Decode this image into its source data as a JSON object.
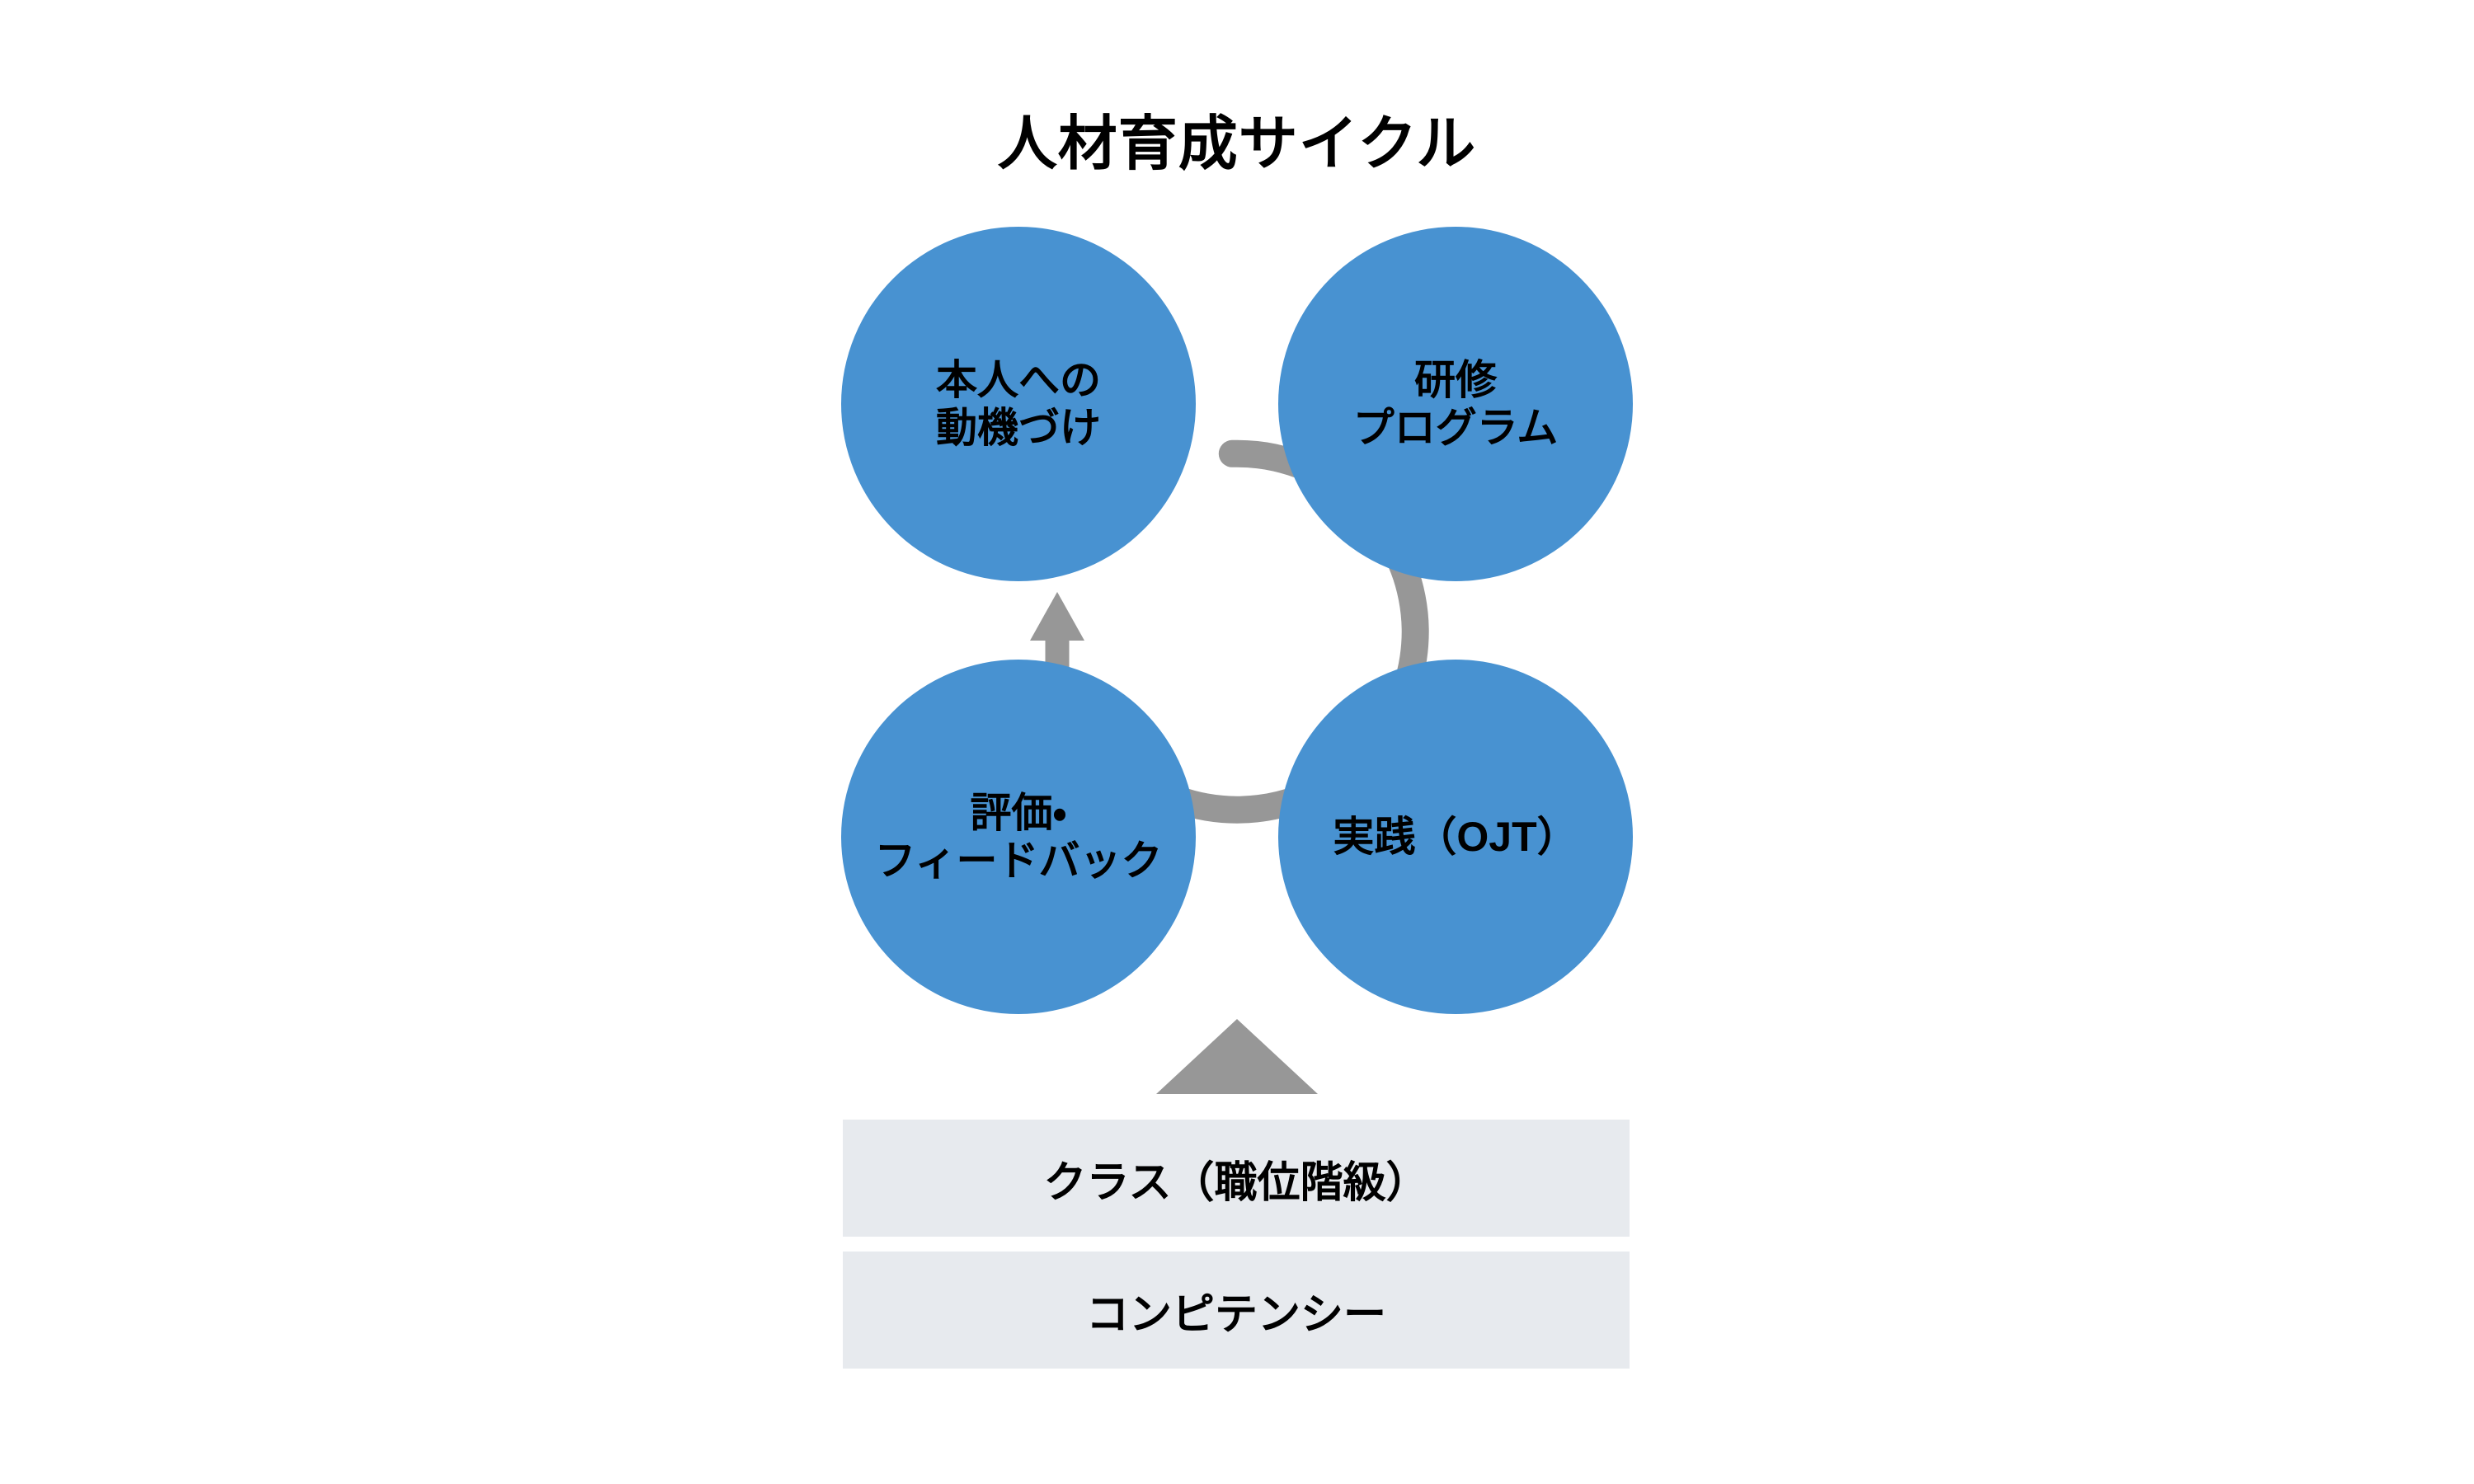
{
  "title": "人材育成サイクル",
  "colors": {
    "node_fill": "#4892D1",
    "connector_gray": "#979797",
    "foundation_bar_bg": "#E7EAEE",
    "text": "#000000",
    "background": "#ffffff"
  },
  "cycle": {
    "nodes": [
      {
        "id": "motivation",
        "lines": [
          "本人への",
          "動機づけ"
        ]
      },
      {
        "id": "training",
        "lines": [
          "研修",
          "プログラム"
        ]
      },
      {
        "id": "practice",
        "lines": [
          "実践（OJT）"
        ]
      },
      {
        "id": "evaluation",
        "lines": [
          "評価・",
          "フィードバック"
        ]
      }
    ],
    "connector_icons": [
      "cycle-ring-arc",
      "up-arrow"
    ]
  },
  "foundation": {
    "pointer_icon": "up-triangle",
    "bars": [
      {
        "label": "クラス（職位階級）"
      },
      {
        "label": "コンピテンシー"
      }
    ]
  }
}
